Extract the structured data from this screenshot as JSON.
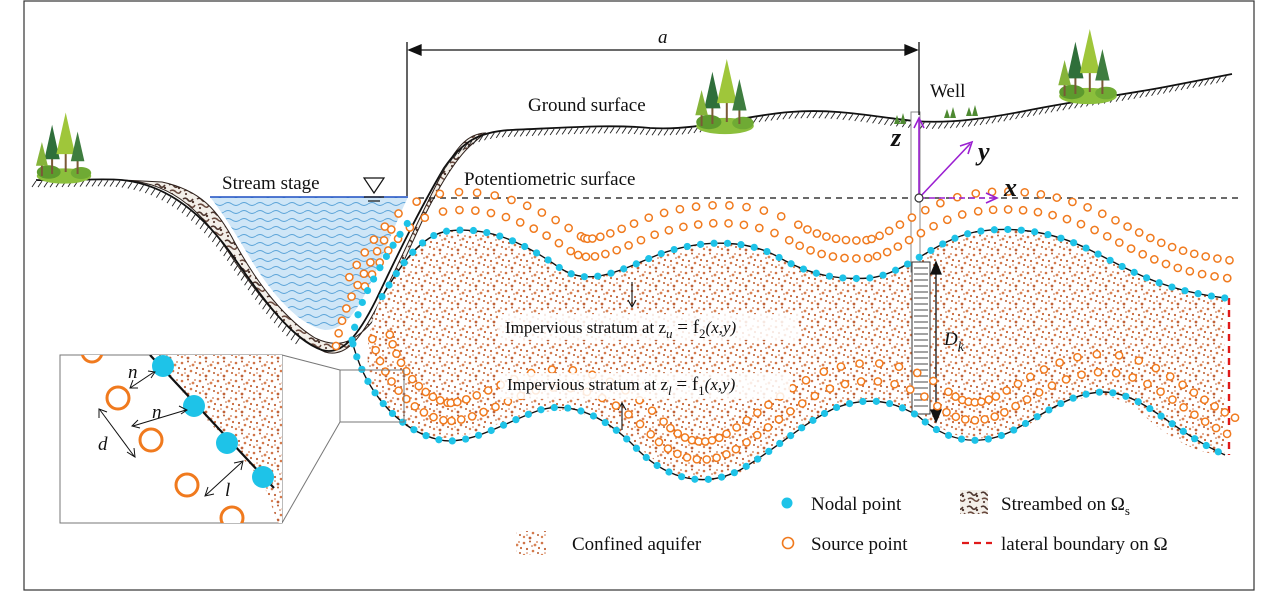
{
  "labels": {
    "a": "a",
    "well": "Well",
    "ground_surface": "Ground surface",
    "stream_stage": "Stream stage",
    "potentiometric_surface": "Potentiometric surface",
    "upper_stratum": "Impervious stratum at z",
    "upper_sub": "u",
    "upper_eq": " = f",
    "upper_eq_sub": "2",
    "upper_args": "(x,y)",
    "lower_stratum": "Impervious stratum at z",
    "lower_sub": "l",
    "lower_eq": " = f",
    "lower_eq_sub": "1",
    "lower_args": "(x,y)",
    "D": "D",
    "D_sub": "k",
    "inset_n1": "n",
    "inset_n2": "n",
    "inset_d": "d",
    "inset_l": "l"
  },
  "axes": {
    "z": "z",
    "y": "y",
    "x": "x"
  },
  "legend": {
    "nodal_point": "Nodal point",
    "streambed": "Streambed on Ω",
    "streambed_sub": "s",
    "confined_aquifer": "Confined aquifer",
    "source_point": "Source point",
    "lateral_boundary": "lateral boundary on Ω"
  },
  "colors": {
    "nodal": "#1ec3e8",
    "source": "#f07a1e",
    "aquifer_dot": "#c9683a",
    "water": "#cfe6f7",
    "axis": "#9b1fd1",
    "lateral": "#e01a1a",
    "streambed": "#5a4038"
  }
}
